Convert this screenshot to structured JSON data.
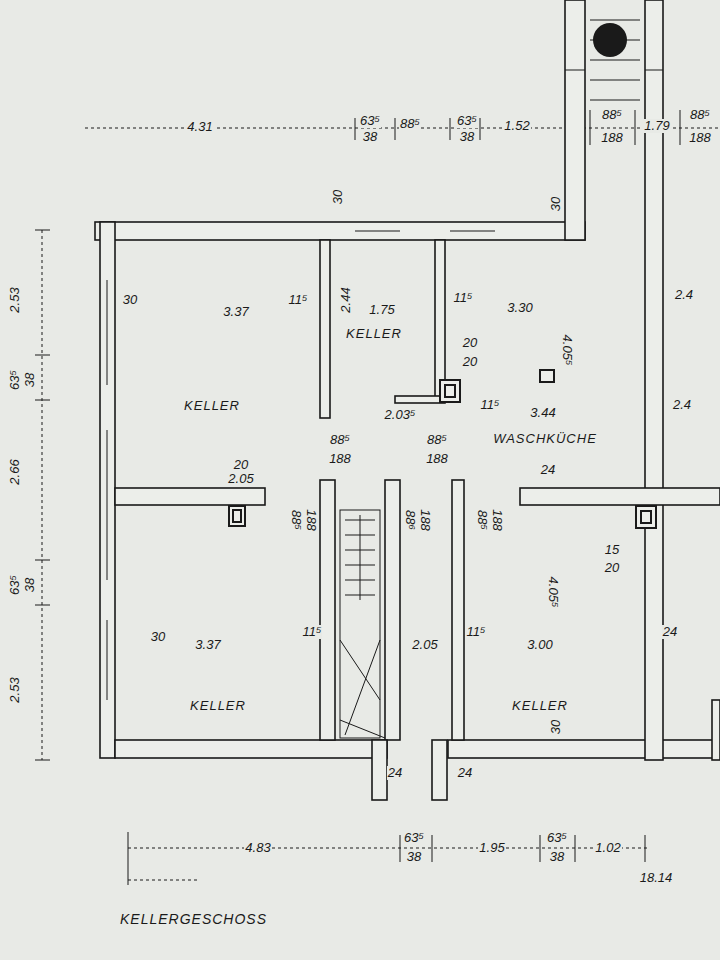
{
  "diagram": {
    "title": "KELLERGESCHOSS",
    "nodes": [
      {
        "text": [
          "KELLER"
        ]
      },
      {
        "text": [
          "KELLER"
        ]
      },
      {
        "text": [
          "WASCHKÜCHE"
        ]
      },
      {
        "text": [
          "KELLER"
        ]
      },
      {
        "text": [
          "KELLER"
        ]
      }
    ],
    "labels": [
      "4.31",
      "63⁵",
      "38",
      "88⁵",
      "63⁵",
      "38",
      "1.52",
      "88⁵",
      "188",
      "1.79",
      "88⁵",
      "188",
      "30",
      "30",
      "30",
      "3.37",
      "11⁵",
      "2.44",
      "1.75",
      "11⁵",
      "3.30",
      "4.05⁵",
      "20",
      "20",
      "2.4",
      "2.03⁵",
      "11⁵",
      "3.44",
      "2.4",
      "88⁵",
      "188",
      "88⁵",
      "188",
      "20",
      "2.05",
      "88⁵",
      "188",
      "88⁶",
      "188",
      "88⁵",
      "188",
      "24",
      "15",
      "20",
      "4.05⁵",
      "30",
      "3.37",
      "11⁵",
      "2.05",
      "11⁵",
      "3.00",
      "24",
      "30",
      "24",
      "24",
      "4.83",
      "63⁵",
      "38",
      "1.95",
      "63⁵",
      "38",
      "1.02",
      "18.14",
      "2.53",
      "63⁵",
      "38",
      "2.66",
      "63⁵",
      "38",
      "2.53"
    ]
  }
}
